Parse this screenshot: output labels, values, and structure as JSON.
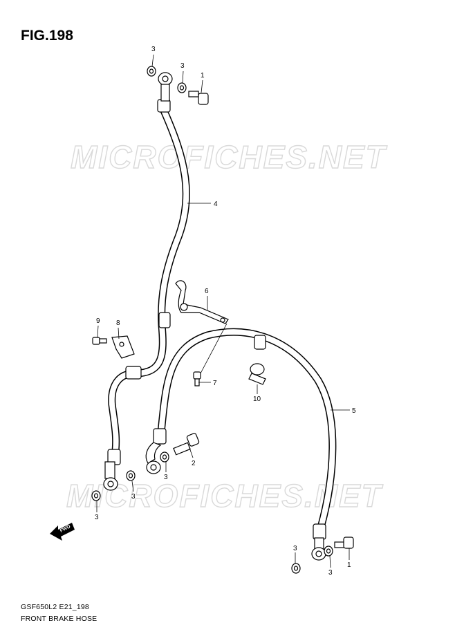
{
  "figure_label": "FIG.198",
  "watermark_text": "MICROFICHES.NET",
  "drawing_code": "GSF650L2 E21_198",
  "caption": "FRONT BRAKE HOSE",
  "fwd_label": "FWD",
  "callouts": {
    "washer_top_left": "3",
    "washer_top_right": "3",
    "bolt_top": "1",
    "hose_upper": "4",
    "bracket_upper": "6",
    "bolt_clamp": "9",
    "clamp_left": "8",
    "bolt_bracket": "7",
    "clamp_right": "10",
    "hose_right": "5",
    "union_bolt": "2",
    "washer_mid": "3",
    "washer_left_a": "3",
    "washer_left_b": "3",
    "washer_right_a": "3",
    "washer_right_b": "3",
    "bolt_right": "1"
  }
}
